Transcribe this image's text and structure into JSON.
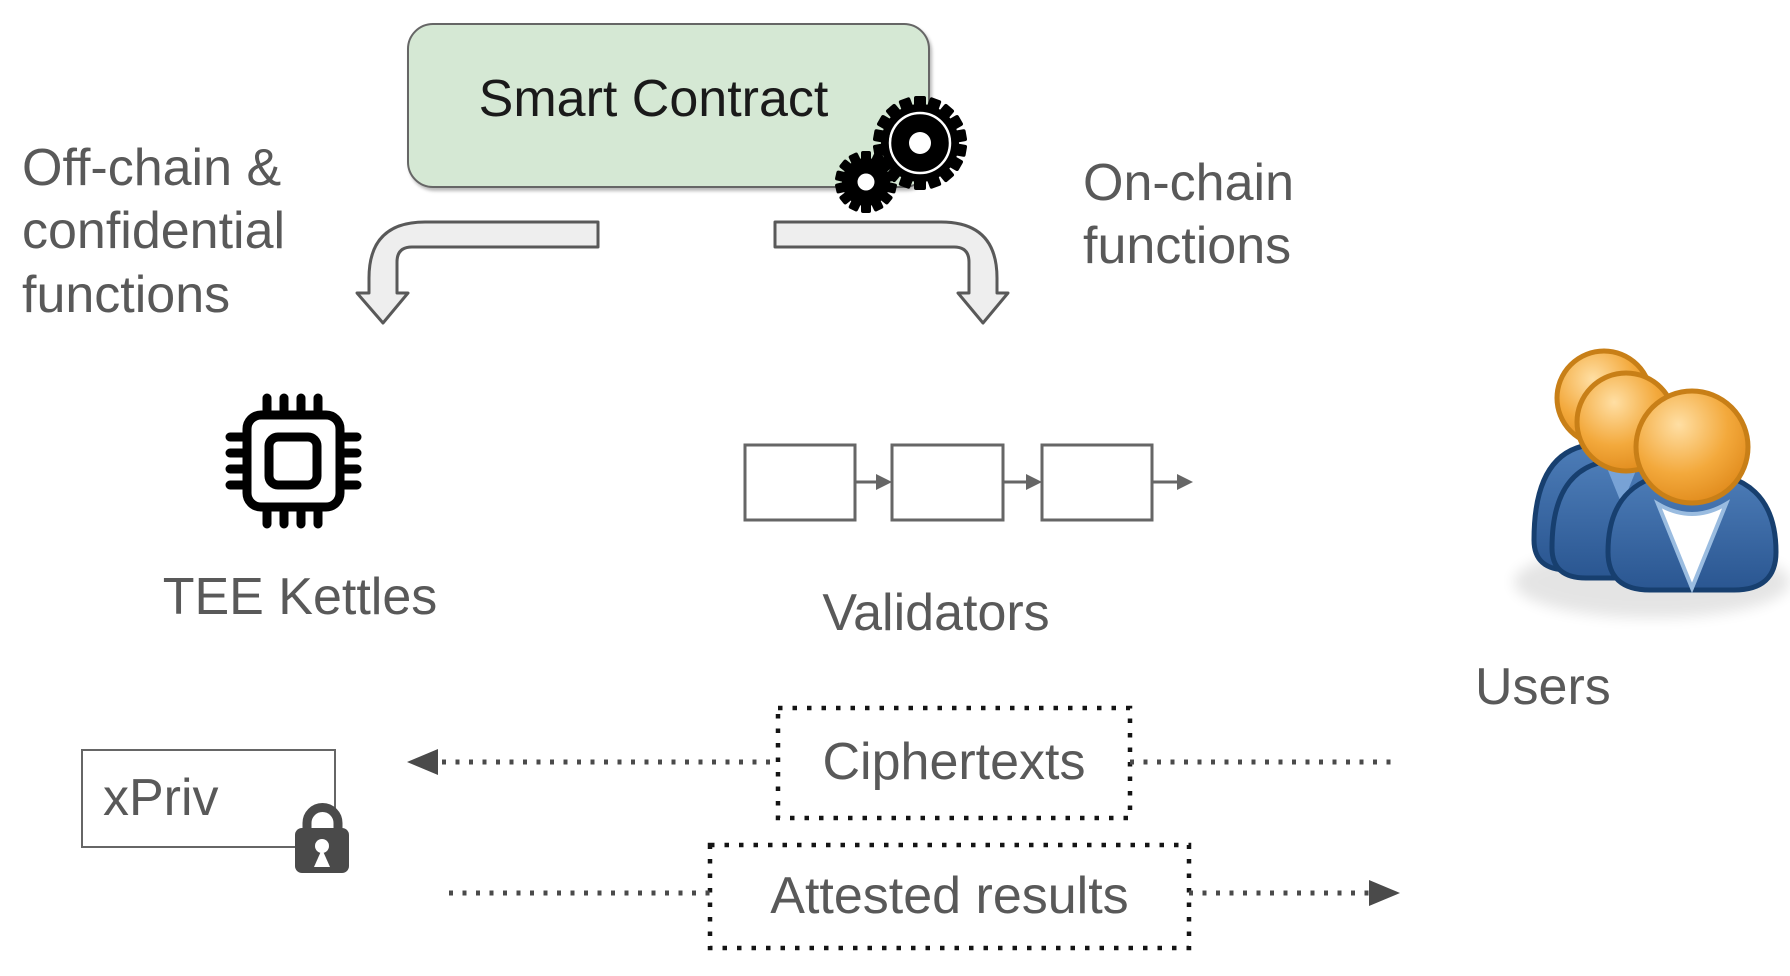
{
  "diagram": {
    "smart_contract": "Smart Contract",
    "offchain_label": "Off-chain &\nconfidential\nfunctions",
    "onchain_label": "On-chain\nfunctions",
    "tee_label": "TEE Kettles",
    "validators_label": "Validators",
    "users_label": "Users",
    "xpriv_label": "xPriv",
    "ciphertexts_label": "Ciphertexts",
    "attested_label": "Attested results"
  },
  "icons": {
    "gears": "⚙⚙",
    "cpu_chip": "▣",
    "blockchain_blocks": "▭→▭→▭→",
    "users_group": "👥",
    "padlock": "🔒"
  },
  "colors": {
    "contract_fill": "#d5e8d4",
    "contract_border": "#666666",
    "label_gray": "#595959",
    "arrow_fill": "#eeeeee",
    "arrow_stroke": "#595959",
    "dotted_stroke": "#4a4a4a",
    "icon_black": "#000000",
    "lock_gray": "#4a4a4a",
    "user_head_orange": "#f0a237",
    "user_body_blue": "#35639e"
  }
}
